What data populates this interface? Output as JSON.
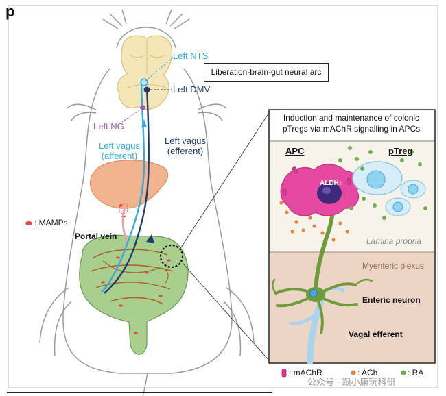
{
  "panel_letter": "p",
  "title_box": "Liberation-brain-gut neural arc",
  "labels": {
    "left_nts": "Left NTS",
    "left_dmv": "Left DMV",
    "left_ng": "Left NG",
    "left_vagus_afferent_1": "Left vagus",
    "left_vagus_afferent_2": "(afferent)",
    "left_vagus_efferent_1": "Left vagus",
    "left_vagus_efferent_2": "(efferent)",
    "mamps": ": MAMPs",
    "portal_vein": "Portal vein"
  },
  "inset": {
    "title_line1": "Induction and maintenance of colonic",
    "title_line2": "pTregs via mAChR signalling in APCs",
    "apc": "APC",
    "ptreg": "pTreg",
    "aldh": "ALDH↑",
    "lamina_propria": "Lamina propria",
    "myenteric_plexus": "Myenteric plexus",
    "enteric_neuron": "Enteric neuron",
    "vagal_efferent": "Vagal efferent"
  },
  "legend": {
    "machr": ": mAChR",
    "ach": ": ACh",
    "ra": ": RA"
  },
  "watermark": "公众号 · 跟小康玩科研",
  "colors": {
    "brain": "#f5e6b8",
    "liver": "#f2b48f",
    "intestine": "#a8cf8e",
    "afferent": "#38a9dc",
    "efferent": "#1f3a6e",
    "nts": "#38a9dc",
    "ng": "#9b59b6",
    "apc": "#e64aa0",
    "ptreg": "#8fd3f0",
    "neuron": "#6f9b3a",
    "vagal_nerve": "#a9d4ee",
    "lamina_bg": "#f5f3ea",
    "plexus_bg": "#ecd5c4"
  }
}
